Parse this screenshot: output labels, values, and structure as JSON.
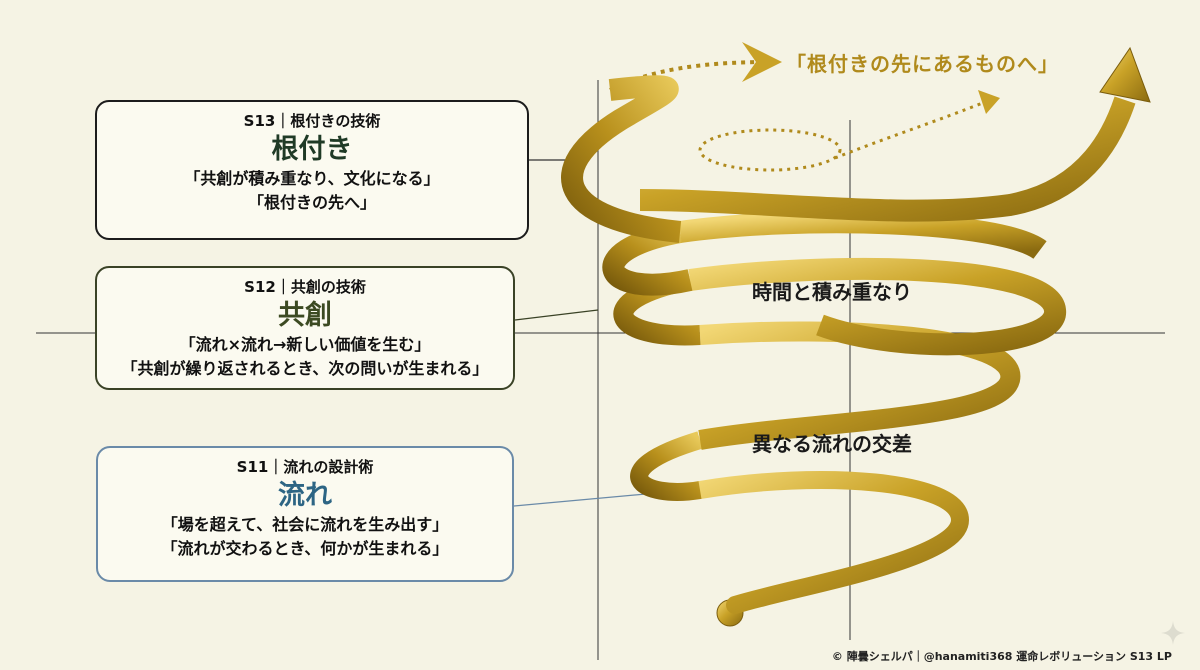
{
  "boxes": [
    {
      "header": "S13｜根付きの技術",
      "keyword": "根付き",
      "lines": [
        "「共創が積み重なり、文化になる」",
        "「根付きの先へ」"
      ]
    },
    {
      "header": "S12｜共創の技術",
      "keyword": "共創",
      "lines": [
        "「流れ×流れ→新しい価値を生む」",
        "「共創が繰り返されるとき、次の問いが生まれる」"
      ]
    },
    {
      "header": "S11｜流れの設計術",
      "keyword": "流れ",
      "lines": [
        "「場を超えて、社会に流れを生み出す」",
        "「流れが交わるとき、何かが生まれる」"
      ]
    }
  ],
  "labels": {
    "time": "時間と積み重なり",
    "cross": "異なる流れの交差",
    "top_arrow": "「根付きの先にあるものへ」"
  },
  "credit": "© 陣曇シェルパ｜@hanamiti368 運命レボリューション S13 LP",
  "colors": {
    "background": "#f5f3e4",
    "gold": "#c9a227",
    "gold_dark": "#8a6a10",
    "gold_light": "#f2d775",
    "s13_border": "#1c1c1c",
    "s12_border": "#3a4226",
    "s11_border": "#6a8aa8"
  },
  "icons": [
    "spiral-ribbon-icon",
    "dotted-arrow-icon",
    "sparkle-icon"
  ]
}
